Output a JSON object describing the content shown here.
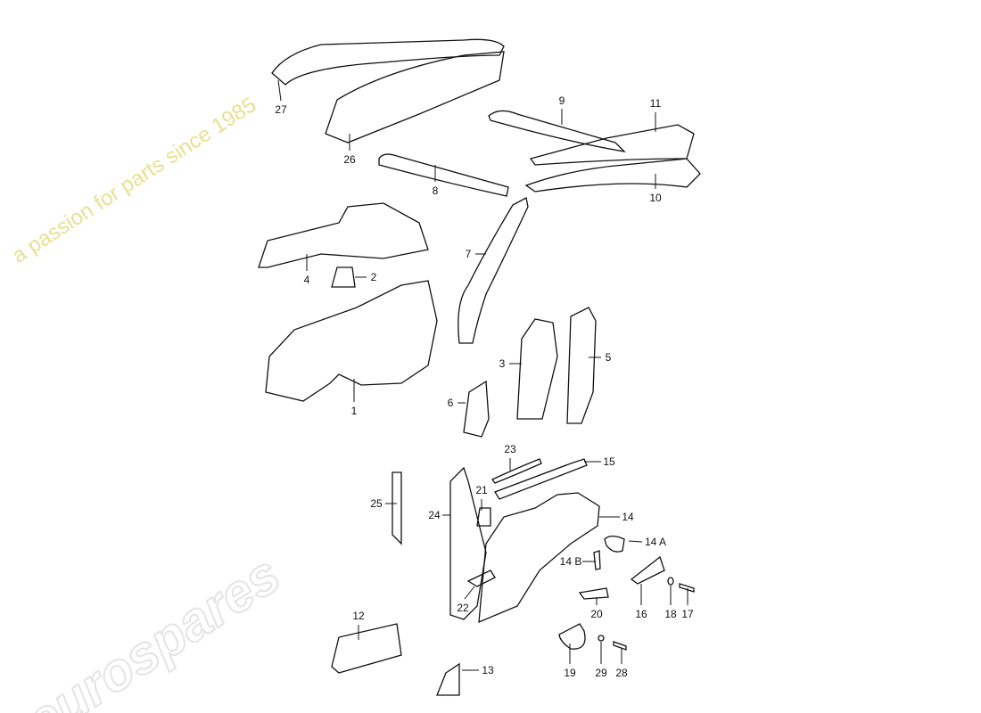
{
  "watermark": {
    "brand": "eurospares",
    "tagline": "a passion for parts since 1985"
  },
  "colors": {
    "line": "#111111",
    "watermark_brand": "#ececec",
    "watermark_tagline": "#f4f0a8"
  },
  "labels": [
    {
      "id": "27",
      "text": "27"
    },
    {
      "id": "26",
      "text": "26"
    },
    {
      "id": "9",
      "text": "9"
    },
    {
      "id": "11",
      "text": "11"
    },
    {
      "id": "8",
      "text": "8"
    },
    {
      "id": "10",
      "text": "10"
    },
    {
      "id": "4",
      "text": "4"
    },
    {
      "id": "2",
      "text": "2"
    },
    {
      "id": "7",
      "text": "7"
    },
    {
      "id": "1",
      "text": "1"
    },
    {
      "id": "3",
      "text": "3"
    },
    {
      "id": "5",
      "text": "5"
    },
    {
      "id": "6",
      "text": "6"
    },
    {
      "id": "23",
      "text": "23"
    },
    {
      "id": "15",
      "text": "15"
    },
    {
      "id": "21",
      "text": "21"
    },
    {
      "id": "25",
      "text": "25"
    },
    {
      "id": "24",
      "text": "24"
    },
    {
      "id": "14",
      "text": "14"
    },
    {
      "id": "14A",
      "text": "14 A"
    },
    {
      "id": "14B",
      "text": "14 B"
    },
    {
      "id": "22",
      "text": "22"
    },
    {
      "id": "20",
      "text": "20"
    },
    {
      "id": "16",
      "text": "16"
    },
    {
      "id": "18",
      "text": "18"
    },
    {
      "id": "17",
      "text": "17"
    },
    {
      "id": "12",
      "text": "12"
    },
    {
      "id": "13",
      "text": "13"
    },
    {
      "id": "19",
      "text": "19"
    },
    {
      "id": "29",
      "text": "29"
    },
    {
      "id": "28",
      "text": "28"
    }
  ]
}
